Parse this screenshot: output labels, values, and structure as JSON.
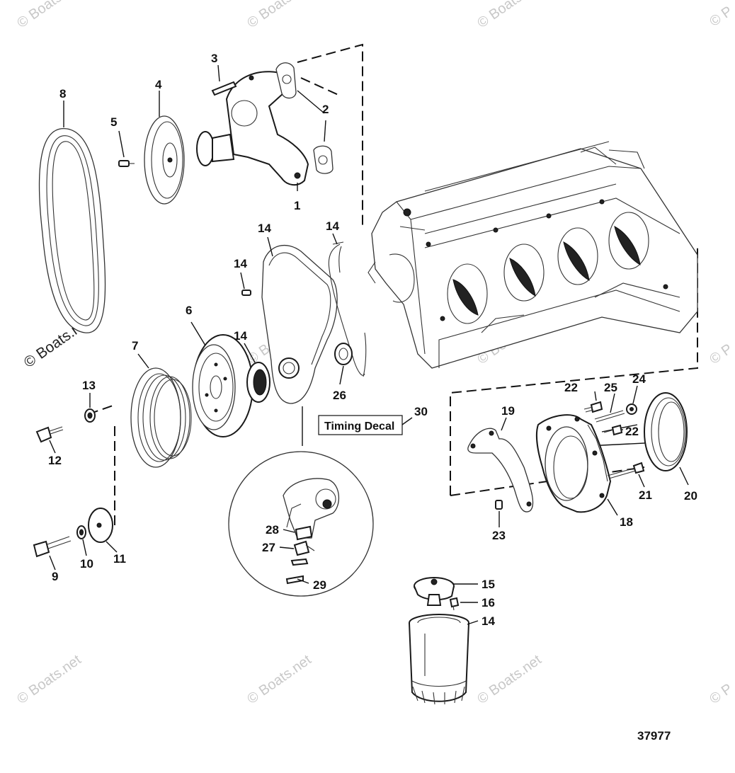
{
  "watermark": {
    "text": "© Boats.net",
    "partial_text": "© P"
  },
  "callouts": {
    "c1": "1",
    "c2": "2",
    "c3": "3",
    "c4": "4",
    "c5": "5",
    "c6": "6",
    "c7": "7",
    "c8": "8",
    "c9": "9",
    "c10": "10",
    "c11": "11",
    "c12": "12",
    "c13": "13",
    "c14a": "14",
    "c14b": "14",
    "c14c": "14",
    "c14d": "14",
    "c14e": "14",
    "c15": "15",
    "c16": "16",
    "c18": "18",
    "c19": "19",
    "c20": "20",
    "c21": "21",
    "c22a": "22",
    "c22b": "22",
    "c23": "23",
    "c24": "24",
    "c25": "25",
    "c26": "26",
    "c27": "27",
    "c28": "28",
    "c29": "29",
    "c30": "30"
  },
  "timing_decal_label": "Timing Decal",
  "diagram_reference": "37977",
  "colors": {
    "line": "#1a1a1a",
    "watermark": "#c8c8c8"
  }
}
